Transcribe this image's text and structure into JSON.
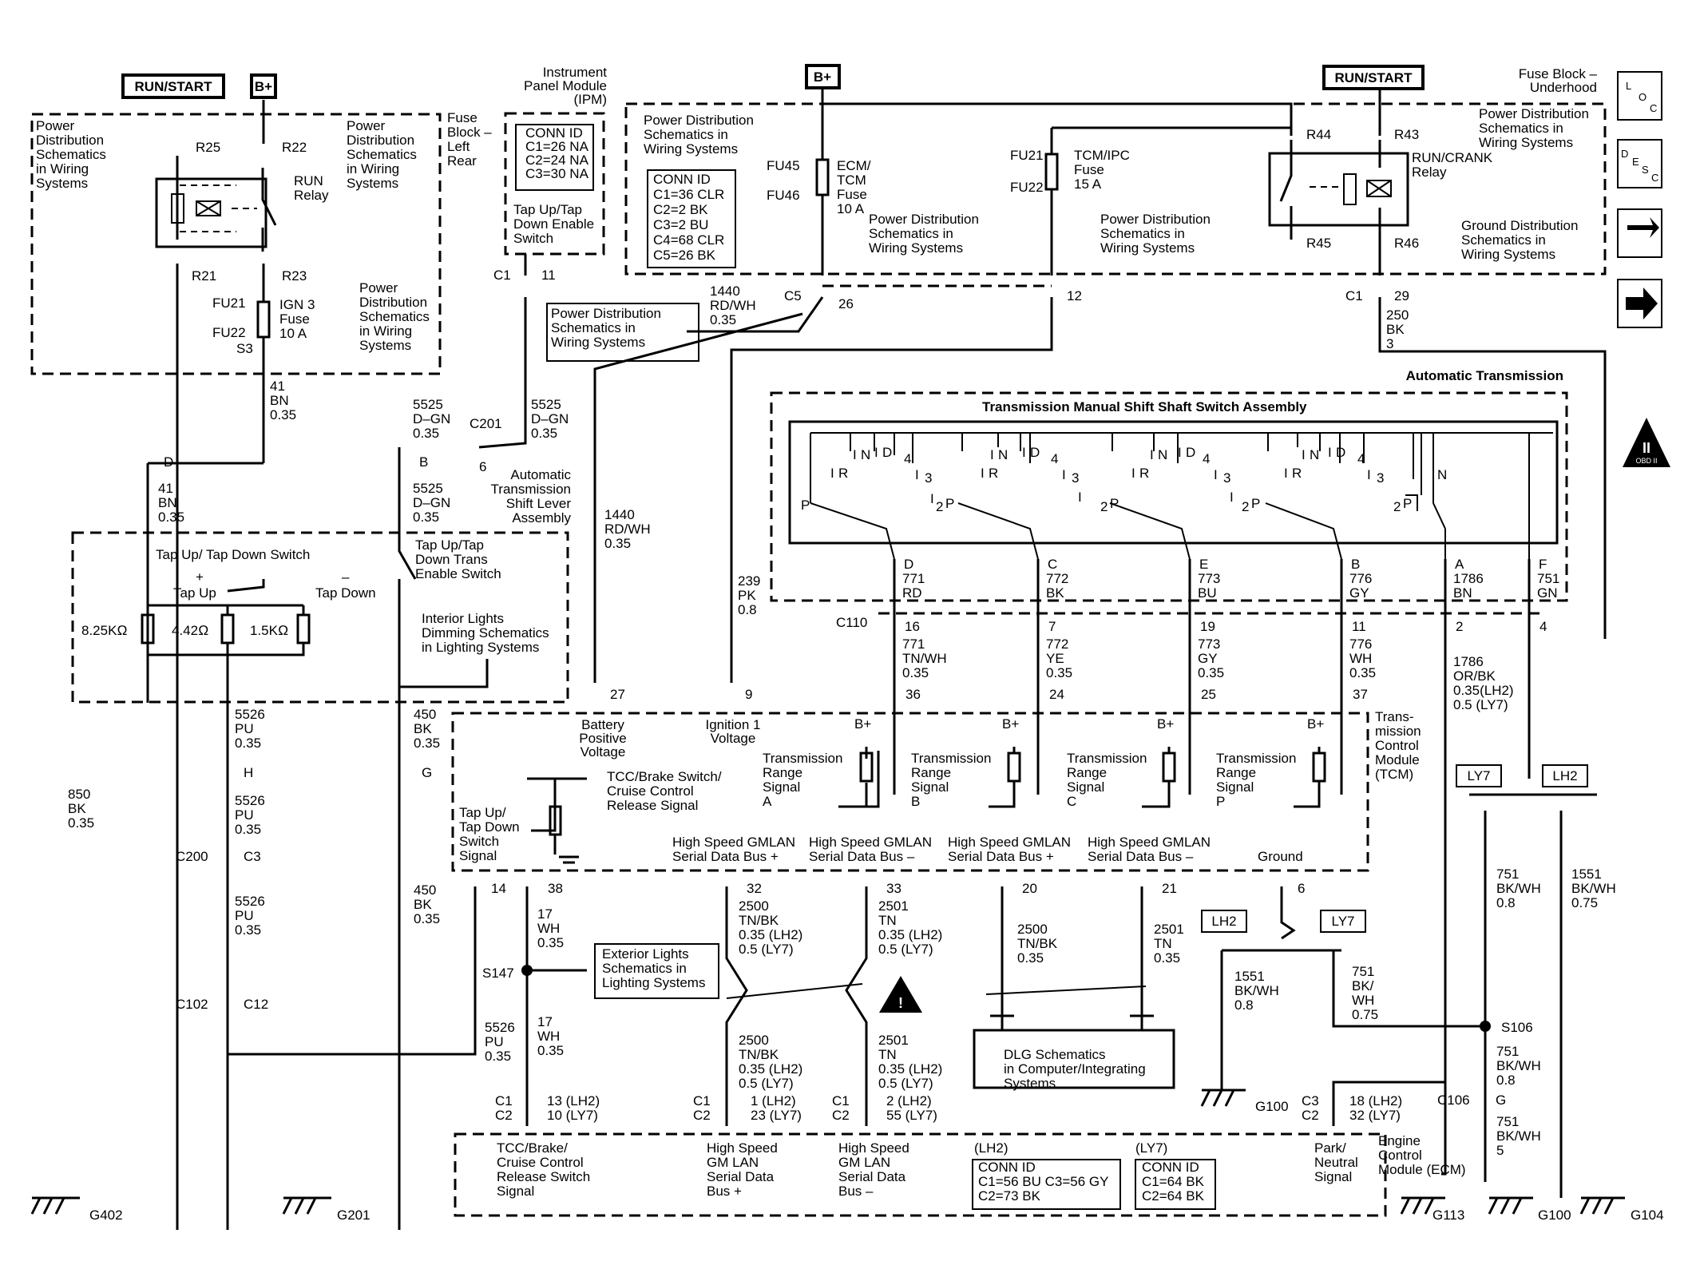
{
  "labels": {
    "run_start": "RUN/START",
    "bplus": "B+",
    "pds_a": [
      "Power",
      "Distribution",
      "Schematics",
      "in Wiring",
      "Systems"
    ],
    "pds_short": [
      "Power Distribution",
      "Schematics in",
      "Wiring Systems"
    ],
    "r25": "R25",
    "r22": "R22",
    "r21": "R21",
    "r23": "R23",
    "run_relay": [
      "RUN",
      "Relay"
    ],
    "fu21": "FU21",
    "fu22": "FU22",
    "s3": "S3",
    "ign3_fuse": [
      "IGN 3",
      "Fuse",
      "10 A"
    ],
    "fuse_block_left": [
      "Fuse",
      "Block –",
      "Left",
      "Rear"
    ],
    "ipm": [
      "Instrument",
      "Panel Module",
      "(IPM)"
    ],
    "ipm_conn": [
      "CONN ID",
      "C1=26 NA",
      "C2=24 NA",
      "C3=30 NA"
    ],
    "tap_enable_switch": [
      "Tap Up/Tap",
      "Down Enable",
      "Switch"
    ],
    "c1": "C1",
    "p11": "11",
    "fu45": "FU45",
    "fu46": "FU46",
    "ecm_tcm_fuse": [
      "ECM/",
      "TCM",
      "Fuse",
      "10 A"
    ],
    "ecm_conn": [
      "CONN ID",
      "C1=36 CLR",
      "C2=2 BK",
      "C3=2 BU",
      "C4=68 CLR",
      "C5=26 BK"
    ],
    "tcm_ipc_fuse": [
      "TCM/IPC",
      "Fuse",
      "15 A"
    ],
    "r44": "R44",
    "r43": "R43",
    "r45": "R45",
    "r46": "R46",
    "run_crank_relay": [
      "RUN/CRANK",
      "Relay"
    ],
    "fuse_block_underhood": [
      "Fuse Block –",
      "Underhood"
    ],
    "gds": [
      "Ground Distribution",
      "Schematics in",
      "Wiring Systems"
    ],
    "wire_1440": [
      "1440",
      "RD/WH",
      "0.35"
    ],
    "c5": "C5",
    "p26": "26",
    "p12": "12",
    "p29": "29",
    "wire_250": [
      "250",
      "BK",
      "3"
    ],
    "auto_trans": "Automatic Transmission",
    "shift_assy": "Transmission Manual Shift Shaft Switch Assembly",
    "wire_41": [
      "41",
      "BN",
      "0.35"
    ],
    "conn_d": "D",
    "wire_5525": [
      "5525",
      "D–GN",
      "0.35"
    ],
    "c201": "C201",
    "p6": "6",
    "conn_b": "B",
    "shift_lever": [
      "Automatic",
      "Transmission",
      "Shift Lever",
      "Assembly"
    ],
    "tapswitch_title": "Tap Up/ Tap Down Switch",
    "tap_up": "Tap Up",
    "tap_down": "Tap Down",
    "plus": "+",
    "minus": "–",
    "res": [
      "8.25KΩ",
      "4.42Ω",
      "1.5KΩ"
    ],
    "tap_trans_enable": [
      "Tap Up/Tap",
      "Down Trans",
      "Enable Switch"
    ],
    "interior_lights": [
      "Interior Lights",
      "Dimming Schematics",
      "in Lighting Systems"
    ],
    "wire_1440b": [
      "1440",
      "RD/WH",
      "0.35"
    ],
    "wire_239": [
      "239",
      "PK",
      "0.8"
    ],
    "sw_letters": {
      "p": "P",
      "r": "R",
      "n": "N",
      "d": "D",
      "i": "I",
      "four": "4",
      "three": "3",
      "two": "2"
    },
    "range_conns": [
      "D",
      "C",
      "E",
      "B",
      "A",
      "F"
    ],
    "range_wires_top": [
      [
        "771",
        "RD"
      ],
      [
        "772",
        "BK"
      ],
      [
        "773",
        "BU"
      ],
      [
        "776",
        "GY"
      ],
      [
        "1786",
        "BN"
      ],
      [
        "751",
        "GN"
      ]
    ],
    "c110": "C110",
    "c110_pins": [
      "16",
      "7",
      "19",
      "11",
      "2",
      "4"
    ],
    "range_wires_bot": [
      [
        "771",
        "TN/WH",
        "0.35"
      ],
      [
        "772",
        "YE",
        "0.35"
      ],
      [
        "773",
        "GY",
        "0.35"
      ],
      [
        "776",
        "WH",
        "0.35"
      ]
    ],
    "tcm_pins": [
      "36",
      "24",
      "25",
      "37"
    ],
    "wire_1786": [
      "1786",
      "OR/BK",
      "0.35(LH2)",
      "0.5  (LY7)"
    ],
    "tcm_pin27": "27",
    "tcm_pin9": "9",
    "battery_pos": [
      "Battery",
      "Positive",
      "Voltage"
    ],
    "ign1_voltage": [
      "Ignition 1",
      "Voltage"
    ],
    "trans_range": [
      "Transmission",
      "Range",
      "Signal"
    ],
    "range_letters": [
      "A",
      "B",
      "C",
      "P"
    ],
    "tcm_label": [
      "Trans-",
      "mission",
      "Control",
      "Module",
      "(TCM)"
    ],
    "tcc_signal": [
      "TCC/Brake Switch/",
      "Cruise Control",
      "Release Signal"
    ],
    "tap_signal": [
      "Tap Up/",
      "Tap Down",
      "Switch",
      "Signal"
    ],
    "gmlan": [
      "High Speed GMLAN",
      "Serial Data Bus +",
      "Serial Data Bus –"
    ],
    "ground": "Ground",
    "ly7": "LY7",
    "lh2": "LH2",
    "wire_5526": [
      "5526",
      "PU",
      "0.35"
    ],
    "conn_h": "H",
    "conn_g": "G",
    "c200": "C200",
    "c3": "C3",
    "c102": "C102",
    "c12": "C12",
    "wire_450": [
      "450",
      "BK",
      "0.35"
    ],
    "wire_850": [
      "850",
      "BK",
      "0.35"
    ],
    "g402": "G402",
    "g201": "G201",
    "p14": "14",
    "p38": "38",
    "p32": "32",
    "p33": "33",
    "p20": "20",
    "p21": "21",
    "p6b": "6",
    "wire_17": [
      "17",
      "WH",
      "0.35"
    ],
    "s147": "S147",
    "ext_lights": [
      "Exterior Lights",
      "Schematics in",
      "Lighting Systems"
    ],
    "wire_2500a": [
      "2500",
      "TN/BK",
      "0.35  (LH2)",
      "0.5    (LY7)"
    ],
    "wire_2501a": [
      "2501",
      "TN",
      "0.35  (LH2)",
      "0.5    (LY7)"
    ],
    "wire_2500c": [
      "2500",
      "TN/BK",
      "0.35"
    ],
    "wire_2501c": [
      "2501",
      "TN",
      "0.35"
    ],
    "dlg": [
      "DLG Schematics",
      "in Computer/Integrating",
      "Systems"
    ],
    "wire_751a": [
      "751",
      "BK/WH",
      "0.8"
    ],
    "wire_1551a": [
      "1551",
      "BK/WH",
      "0.75"
    ],
    "wire_1551b": [
      "1551",
      "BK/WH",
      "0.8"
    ],
    "wire_751b": [
      "751",
      "BK/",
      "WH",
      "0.75"
    ],
    "s106": "S106",
    "wire_751c": [
      "751",
      "BK/WH",
      "0.8"
    ],
    "wire_751d": [
      "751",
      "BK/WH",
      "5"
    ],
    "c106": "C106",
    "g100": "G100",
    "g113": "G113",
    "g104": "G104",
    "c1c2": [
      "C1",
      "C2"
    ],
    "c3c2": [
      "C3",
      "C2"
    ],
    "ecm_pins_a": [
      "13  (LH2)",
      "10  (LY7)"
    ],
    "ecm_pins_b": [
      "1  (LH2)",
      "23  (LY7)"
    ],
    "ecm_pins_c": [
      "2  (LH2)",
      "55  (LY7)"
    ],
    "ecm_pins_d": [
      "18  (LH2)",
      "32  (LY7)"
    ],
    "tcc_ecm": [
      "TCC/Brake/",
      "Cruise Control",
      "Release Switch",
      "Signal"
    ],
    "hs_gmlan_plus": [
      "High Speed",
      "GM LAN",
      "Serial Data",
      "Bus +"
    ],
    "hs_gmlan_minus": [
      "High Speed",
      "GM LAN",
      "Serial Data",
      "Bus –"
    ],
    "lh2_conn": [
      "(LH2)",
      "CONN ID",
      "C1=56 BU  C3=56 GY",
      "C2=73 BK"
    ],
    "ly7_conn": [
      "(LY7)",
      "CONN ID",
      "C1=64 BK",
      "C2=64 BK"
    ],
    "park_neutral": [
      "Park/",
      "Neutral",
      "Signal"
    ],
    "ecm_label": [
      "Engine",
      "Control",
      "Module (ECM)"
    ],
    "loc": [
      "L",
      "O",
      "C"
    ],
    "desc": [
      "D",
      "E",
      "S",
      "C"
    ],
    "obd": [
      "II",
      "OBD II"
    ]
  }
}
